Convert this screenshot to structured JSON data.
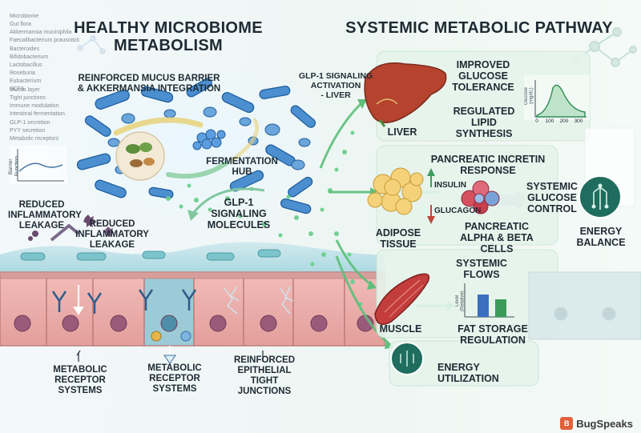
{
  "left_title": "HEALTHY MICROBIOME METABOLISM",
  "right_title": "SYSTEMIC METABOLIC PATHWAY",
  "labels": {
    "mucus_barrier": "REINFORCED MUCUS BARRIER\n& AKKERMANSIA INTEGRATION",
    "fermentation_hub": "FERMENTATION\nHUB",
    "glp1_molecules": "GLP-1\nSIGNALING\nMOLECULES",
    "reduced_leakage_1": "REDUCED\nINFLAMMATORY\nLEAKAGE",
    "reduced_leakage_2": "REDUCED\nINFLAMMATORY\nLEAKAGE",
    "receptor_1": "METABOLIC\nRECEPTOR SYSTEMS",
    "receptor_2": "METABOLIC\nRECEPTOR SYSTEMS",
    "tight_junctions": "REINFORCED\nEPITHELIAL\nTIGHT JUNCTIONS",
    "glp1_liver": "GLP-1 SIGNALING\nACTIVATION\n- LIVER",
    "liver": "LIVER",
    "glucose_tolerance": "IMPROVED\nGLUCOSE\nTOLERANCE",
    "lipid_synthesis": "REGULATED\nLIPID SYNTHESIS",
    "incretin": "PANCREATIC INCRETIN\nRESPONSE",
    "insulin": "INSULIN",
    "glucagon": "GLUCAGON",
    "adipose": "ADIPOSE\nTISSUE",
    "pancreatic_cells": "PANCREATIC\nALPHA & BETA CELLS",
    "systemic_glucose": "SYSTEMIC\nGLUCOSE\nCONTROL",
    "energy_balance": "ENERGY\nBALANCE",
    "systemic_flows": "SYSTEMIC FLOWS",
    "muscle": "MUSCLE",
    "fat_storage": "FAT STORAGE\nREGULATION",
    "energy_utilization": "ENERGY UTILIZATION"
  },
  "mini_chart_left": {
    "ylabel": "Barrier Function"
  },
  "glucose_chart": {
    "ylabel": "Glucose (mg/dL)",
    "ticks": [
      "0",
      "100",
      "200",
      "300"
    ]
  },
  "bar_chart": {
    "ylabel": "Level (Relative)"
  },
  "faint_list": [
    "Microbiome",
    "Gut flora",
    "Akkermansia muciniphila",
    "Faecalibacterium prausnitzii",
    "Bacteroides",
    "Bifidobacterium",
    "Lactobacillus",
    "Roseburia",
    "Eubacterium",
    "SCFA"
  ],
  "faint_list_2": [
    "Mucus layer",
    "Tight junctions",
    "Immune modulation",
    "Intestinal fermentation",
    "GLP-1 secretion",
    "PYY secretion",
    "Metabolic receptors"
  ],
  "watermark": "BugSpeaks",
  "colors": {
    "bacteria": "#3f86c9",
    "epithelium": "#e9a9a8",
    "arrow_green": "#5cbf7a",
    "liver": "#b5432e",
    "adipose": "#f5d27a",
    "muscle": "#c33d3d",
    "accent_teal": "#2a7b6d"
  },
  "icons": [
    "circuit-icon",
    "circuit-icon",
    "bugspeaks-logo-icon",
    "network-icon"
  ]
}
